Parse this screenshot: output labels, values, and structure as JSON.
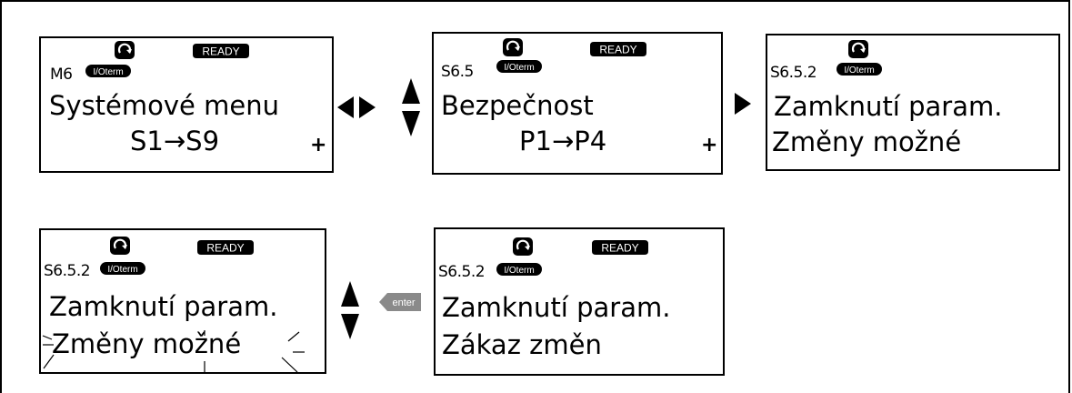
{
  "panels": [
    {
      "code": "M6",
      "ready": "READY",
      "ioterm": "I/Oterm",
      "line1": "Systémové menu",
      "line2": "S1→S9",
      "plus": "+"
    },
    {
      "code": "S6.5",
      "ready": "READY",
      "ioterm": "I/Oterm",
      "line1": "Bezpečnost",
      "line2": "P1→P4",
      "plus": "+"
    },
    {
      "code": "S6.5.2",
      "ready": "",
      "ioterm": "I/Oterm",
      "line1": "Zamknutí param.",
      "line2": "Změny možné"
    },
    {
      "code": "S6.5.2",
      "ready": "READY",
      "ioterm": "I/Oterm",
      "line1": "Zamknutí param.",
      "line2": "Změny možné",
      "blinking": true
    },
    {
      "code": "S6.5.2",
      "ready": "READY",
      "ioterm": "I/Oterm",
      "line1": "Zamknutí param.",
      "line2": "Zákaz změn"
    }
  ],
  "buttons": {
    "enter": "enter"
  },
  "icons": [
    "run-direction-icon",
    "left-arrow-icon",
    "right-arrow-icon",
    "up-arrow-icon",
    "down-arrow-icon",
    "enter-key-icon"
  ]
}
